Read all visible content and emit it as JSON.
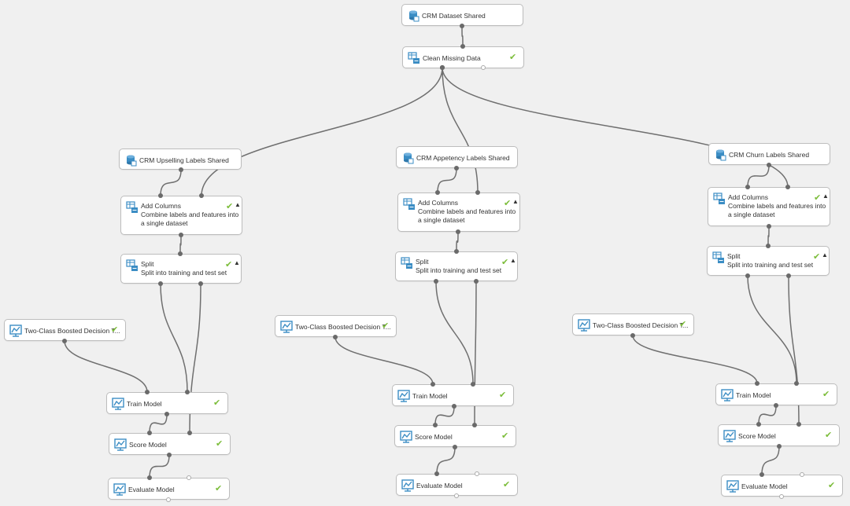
{
  "nodes": {
    "crm_dataset": "CRM Dataset Shared",
    "clean_missing": "Clean Missing Data",
    "upsell_labels": "CRM Upselling Labels Shared",
    "appetency_labels": "CRM Appetency Labels Shared",
    "churn_labels": "CRM Churn Labels Shared",
    "add_columns": "Add Columns",
    "add_columns_desc": "Combine labels and features into a single dataset",
    "split": "Split",
    "split_desc": "Split into training and test set",
    "boosted": "Two-Class Boosted Decision T...",
    "train": "Train Model",
    "score": "Score Model",
    "evaluate": "Evaluate Model"
  },
  "icons": {
    "dataset": "dataset-icon",
    "module": "module-icon",
    "model": "model-icon"
  },
  "colors": {
    "canvas": "#f0f0f0",
    "wire": "#6f6f6f",
    "check": "#7cbd3a",
    "icon_blue": "#3b8dc4"
  }
}
